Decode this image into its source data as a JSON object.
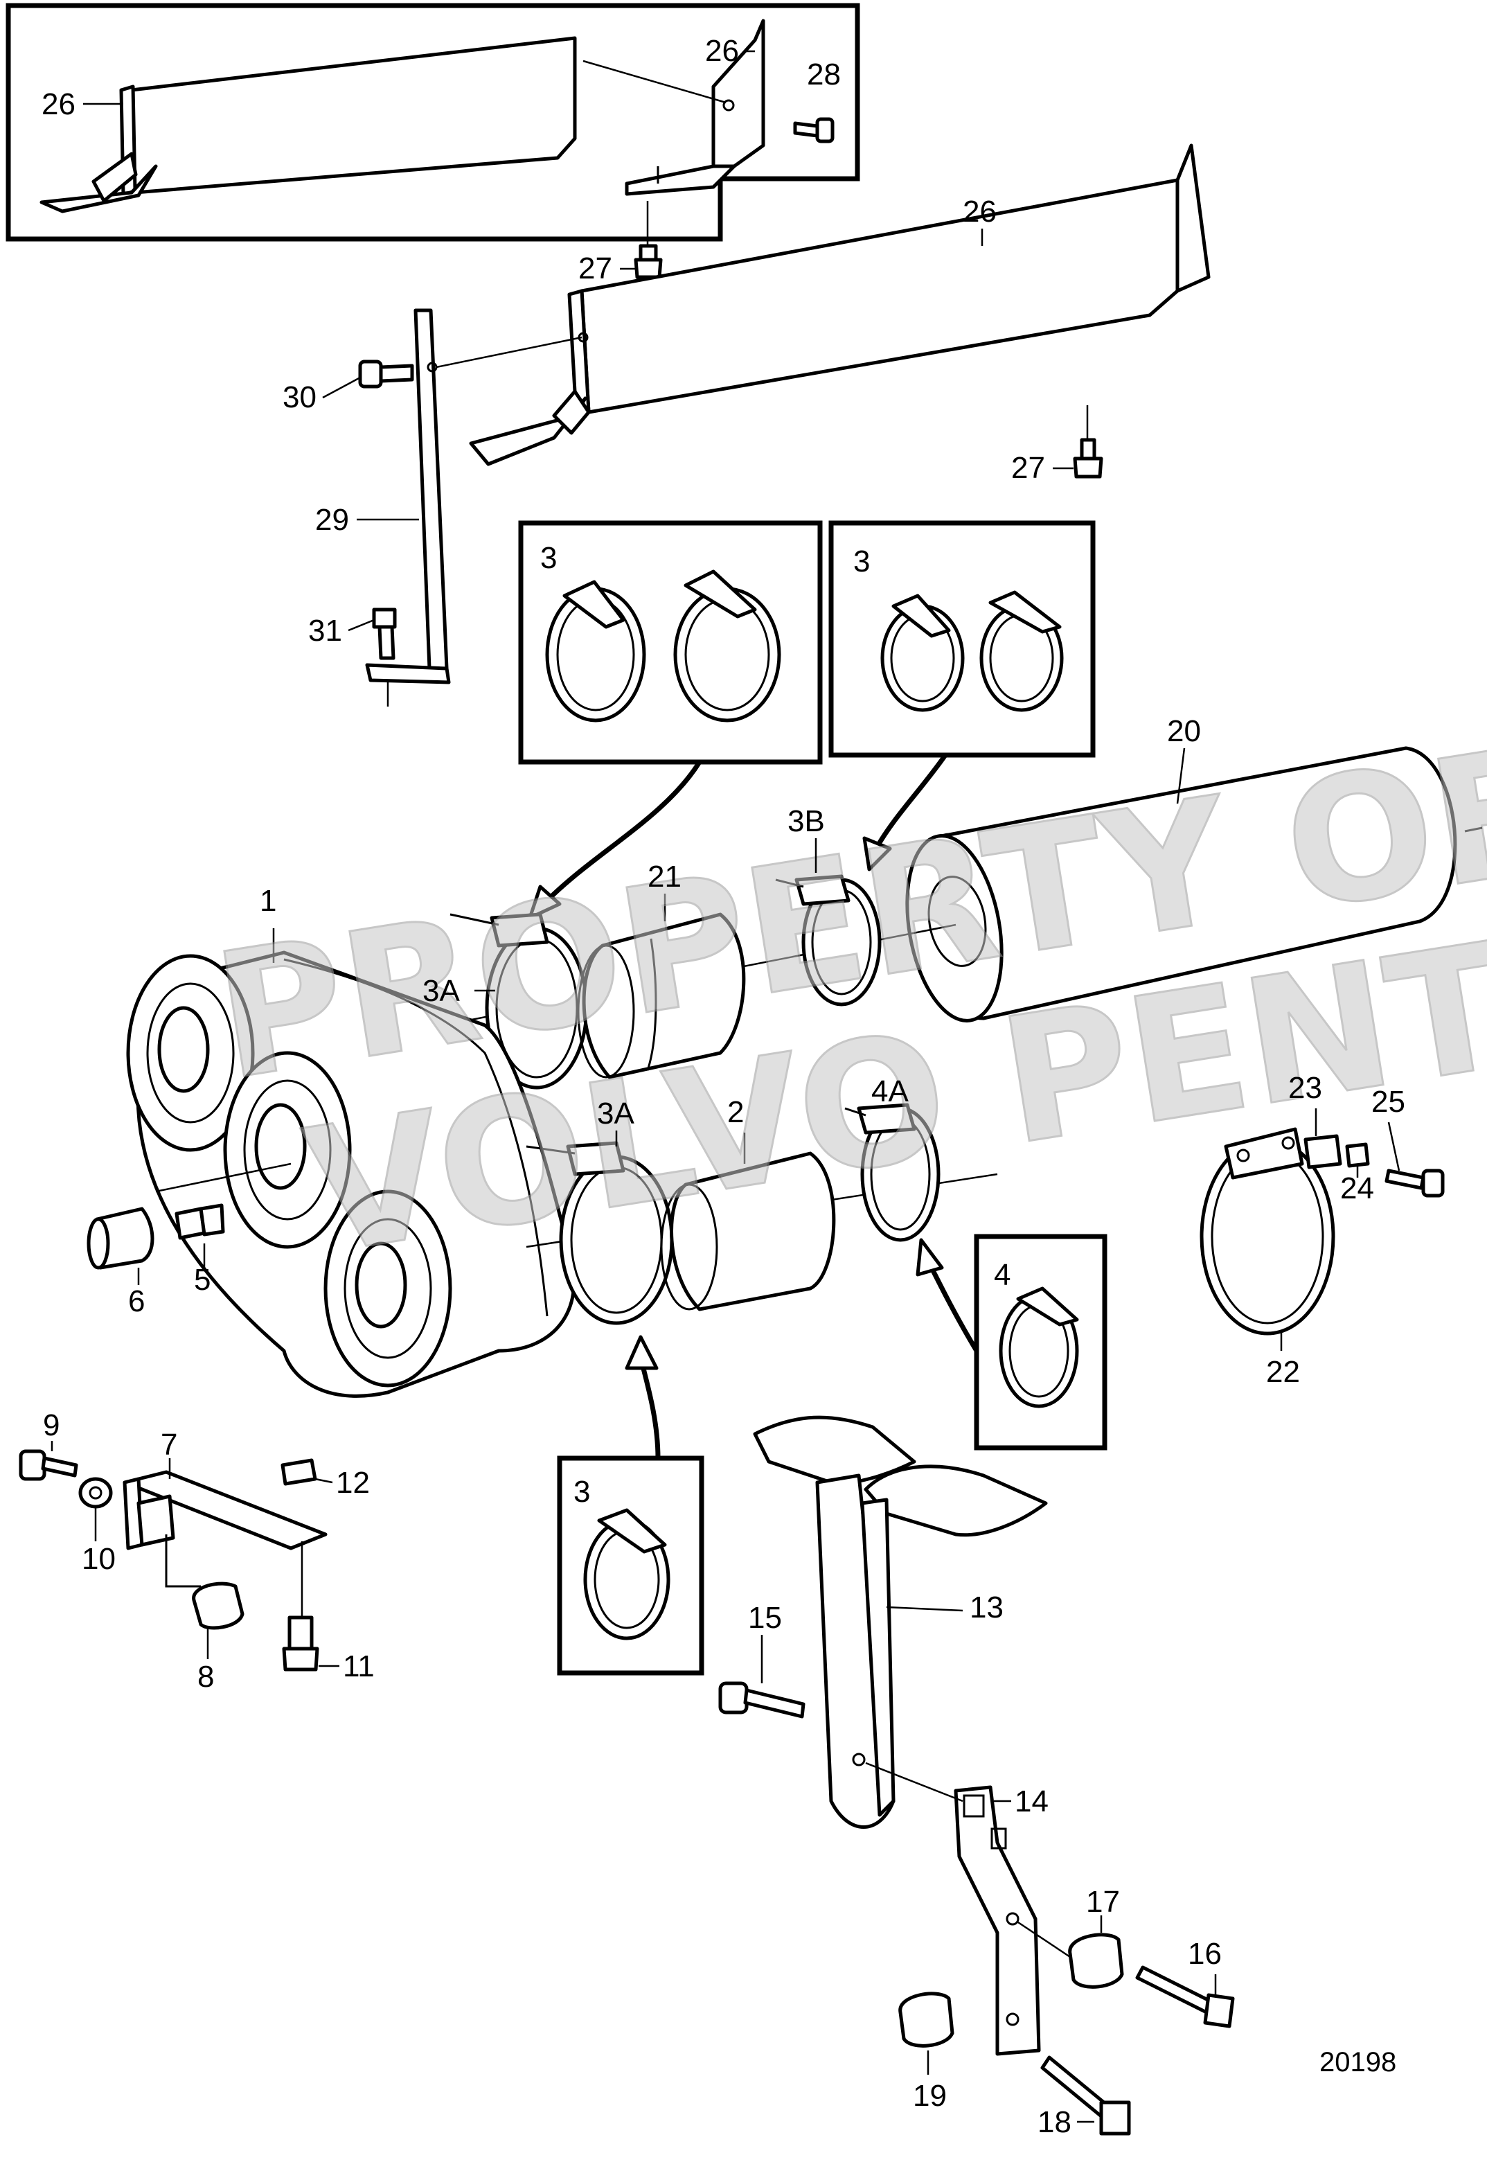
{
  "drawing_number": "20198",
  "watermark_lines": [
    "PROPERTY OF",
    "VOLVO PENTA"
  ],
  "callouts": {
    "c1": "1",
    "c2": "2",
    "c3a_top": "3A",
    "c3a_bot": "3A",
    "c3b": "3B",
    "c4a": "4A",
    "c5": "5",
    "c6": "6",
    "c7": "7",
    "c8": "8",
    "c9": "9",
    "c10": "10",
    "c11": "11",
    "c12": "12",
    "c13": "13",
    "c14": "14",
    "c15": "15",
    "c16": "16",
    "c17": "17",
    "c18": "18",
    "c19": "19",
    "c20": "20",
    "c21": "21",
    "c22": "22",
    "c23": "23",
    "c24": "24",
    "c25": "25",
    "c26_inset_a": "26",
    "c26_inset_b": "26",
    "c26_main": "26",
    "c27_inset": "27",
    "c27_main": "27",
    "c28": "28",
    "c29": "29",
    "c30": "30",
    "c31": "31"
  },
  "detail_boxes": {
    "box_a": "3",
    "box_b": "3",
    "box_c": "3",
    "box_d": "4"
  },
  "colors": {
    "line": "#000000",
    "watermark": "#c8c8c8"
  }
}
